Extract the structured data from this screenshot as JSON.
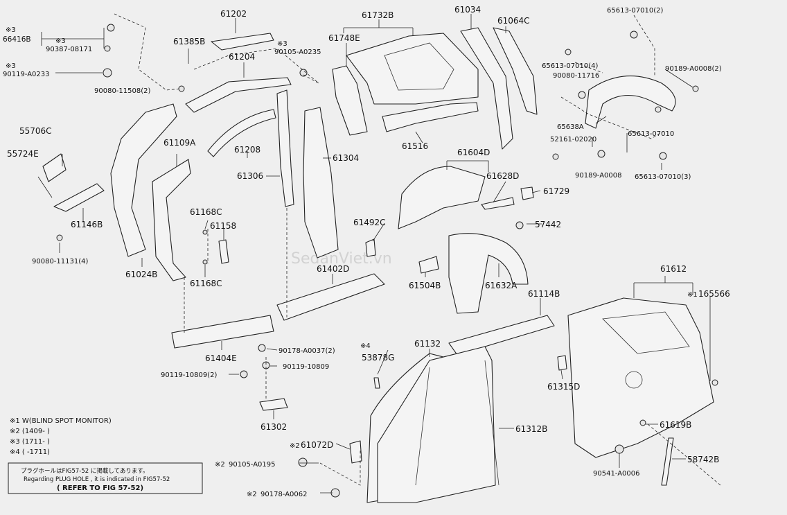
{
  "watermark": "SedanViet.vn",
  "labels": {
    "p66416B": "66416B",
    "p90387": "90387-08171",
    "p90119_0233": "90119-A0233",
    "p61202": "61202",
    "p61385B": "61385B",
    "p90105_0235": "90105-A0235",
    "p61204": "61204",
    "p90080_11508": "90080-11508(2)",
    "p61732B": "61732B",
    "p61748E": "61748E",
    "p61034": "61034",
    "p61064C": "61064C",
    "p65613_2a": "65613-07010(2)",
    "p65613_4": "65613-07010(4)",
    "p90080_11716": "90080-11716",
    "p90189_2": "90189-A0008(2)",
    "p55706C": "55706C",
    "p55724E": "55724E",
    "p61146B": "61146B",
    "p90080_11131": "90080-11131(4)",
    "p61109A": "61109A",
    "p61208": "61208",
    "p61306": "61306",
    "p61304": "61304",
    "p61516": "61516",
    "p65638A": "65638A",
    "p52161": "52161-02020",
    "p65613_b": "65613-07010",
    "p90189_b": "90189-A0008",
    "p65613_3": "65613-07010(3)",
    "p61604D": "61604D",
    "p61628D": "61628D",
    "p61729": "61729",
    "p61168C_a": "61168C",
    "p61158": "61158",
    "p61024B": "61024B",
    "p61168C_b": "61168C",
    "p61492C": "61492C",
    "p57442": "57442",
    "p61402D": "61402D",
    "p61504B": "61504B",
    "p61632A": "61632A",
    "p61612": "61612",
    "p61114B": "61114B",
    "p165566": "165566",
    "p61404E": "61404E",
    "p90178_2": "90178-A0037(2)",
    "p90119_10809": "90119-10809",
    "p90119_10809_2": "90119-10809(2)",
    "p61302": "61302",
    "p53878G": "53878G",
    "p61132": "61132",
    "p61315D": "61315D",
    "p61312B": "61312B",
    "p61619B": "61619B",
    "p61072D": "61072D",
    "p90105_0195": "90105-A0195",
    "p90541": "90541-A0006",
    "p58742B": "58742B",
    "p90178_0062": "90178-A0062"
  },
  "marks": {
    "x3": "※3",
    "x2": "※2",
    "x4": "※4",
    "x1": "※1"
  },
  "notes": {
    "n1": "※1 W(BLIND SPOT MONITOR)",
    "n2": "※2 (1409-       )",
    "n3": "※3 (1711-       )",
    "n4": "※4 (       -1711)",
    "box_jp": "プラグホールはFIG57-52 に掲載してあります。",
    "box_en": "Regarding PLUG HOLE , it is indicated in FIG57-52",
    "box_ref": "( REFER TO FIG 57-52)"
  }
}
